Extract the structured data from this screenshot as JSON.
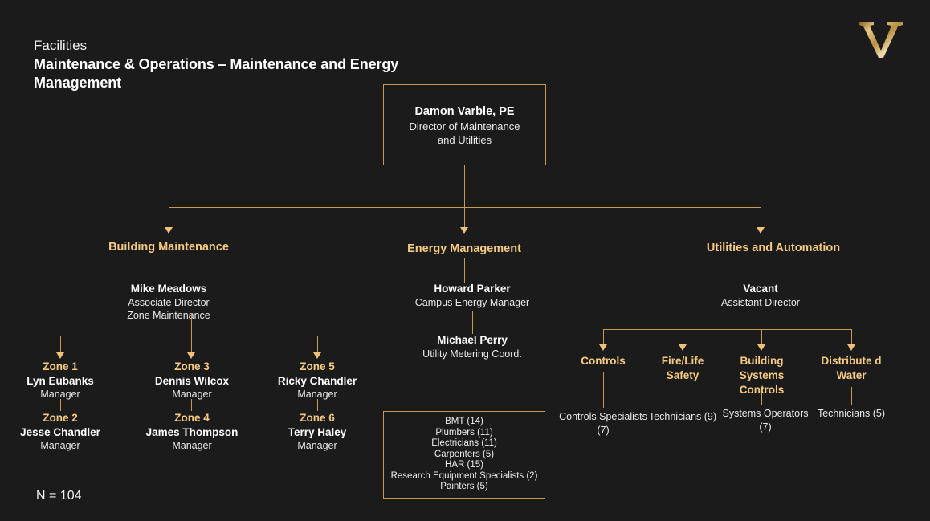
{
  "header": {
    "eyebrow": "Facilities",
    "title_line1": "Maintenance & Operations – Maintenance and Energy",
    "title_line2": "Management"
  },
  "logo": {
    "letter": "V",
    "name": "vanderbilt-v-logo"
  },
  "root": {
    "name": "Damon Varble, PE",
    "title_line1": "Director of Maintenance",
    "title_line2": "and Utilities"
  },
  "branches": [
    {
      "label": "Building Maintenance",
      "lead": {
        "name": "Mike Meadows",
        "title_line1": "Associate Director",
        "title_line2": "Zone Maintenance"
      }
    },
    {
      "label": "Energy Management",
      "lead": {
        "name": "Howard Parker",
        "title_line1": "Campus Energy Manager"
      },
      "second": {
        "name": "Michael Perry",
        "title_line1": "Utility Metering Coord."
      }
    },
    {
      "label": "Utilities and Automation",
      "lead": {
        "name": "Vacant",
        "title_line1": "Assistant Director"
      }
    }
  ],
  "zones": [
    {
      "zone": "Zone 1",
      "name": "Lyn Eubanks",
      "role": "Manager"
    },
    {
      "zone": "Zone 2",
      "name": "Jesse Chandler",
      "role": "Manager"
    },
    {
      "zone": "Zone 3",
      "name": "Dennis Wilcox",
      "role": "Manager"
    },
    {
      "zone": "Zone 4",
      "name": "James Thompson",
      "role": "Manager"
    },
    {
      "zone": "Zone 5",
      "name": "Ricky Chandler",
      "role": "Manager"
    },
    {
      "zone": "Zone 6",
      "name": "Terry Haley",
      "role": "Manager"
    }
  ],
  "units": [
    {
      "label": "Controls",
      "staff": "Controls Specialists (7)"
    },
    {
      "label": "Fire/Life Safety",
      "staff": "Technicians (9)"
    },
    {
      "label": "Building Systems Controls",
      "staff": "Systems Operators (7)"
    },
    {
      "label": "Distribute d Water",
      "staff": "Technicians (5)"
    }
  ],
  "trades": [
    "BMT (14)",
    "Plumbers (11)",
    "Electricians (11)",
    "Carpenters (5)",
    "HAR (15)",
    "Research Equipment Specialists (2)",
    "Painters (5)"
  ],
  "total": "N = 104",
  "colors": {
    "background": "#1b1b1b",
    "gold": "#f6cb81",
    "line": "#c79b4f",
    "text": "#ffffff"
  }
}
